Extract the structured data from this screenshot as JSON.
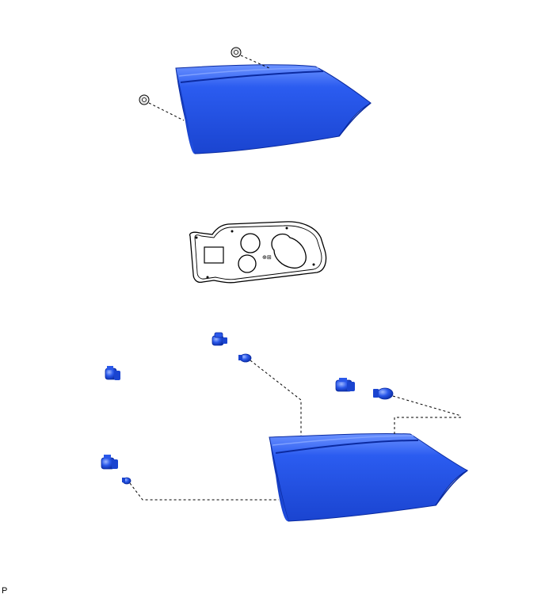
{
  "diagram": {
    "corner_label": "P",
    "colors": {
      "part_fill": "#1f4fe0",
      "part_highlight": "#5f88ff",
      "part_shadow": "#0a2aa0",
      "outline": "#000000",
      "leader_line": "#000000"
    },
    "parts": [
      "tail-lamp-lens-upper",
      "nut",
      "nut",
      "tail-lamp-gasket",
      "lamp-socket",
      "bulb",
      "lamp-socket",
      "bulb",
      "lamp-socket",
      "bulb",
      "lamp-socket",
      "tail-lamp-housing-lower"
    ]
  }
}
